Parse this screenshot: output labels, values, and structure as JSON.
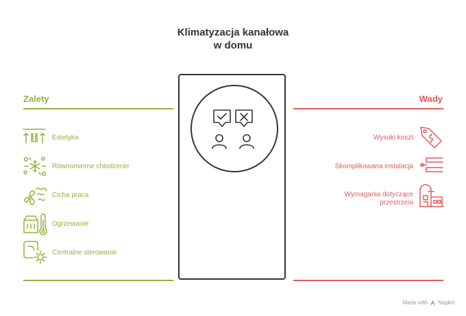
{
  "title_line1": "Klimatyzacja kanałowa",
  "title_line2": "w domu",
  "pros": {
    "heading": "Zalety",
    "color": "#8db43a",
    "items": [
      {
        "label": "Estetyka",
        "icon": "vent-arrows-icon"
      },
      {
        "label": "Równomierne chłodzenie",
        "icon": "snowflake-splash-icon"
      },
      {
        "label": "Cicha praca",
        "icon": "fan-wind-icon"
      },
      {
        "label": "Ogrzewanie",
        "icon": "heater-thermometer-icon"
      },
      {
        "label": "Centralne sterowanie",
        "icon": "control-gear-icon"
      }
    ]
  },
  "cons": {
    "heading": "Wady",
    "color": "#e05a5a",
    "items": [
      {
        "label": "Wysoki koszt",
        "icon": "price-tag-icon"
      },
      {
        "label": "Skomplikowana instalacja",
        "icon": "pipe-network-icon"
      },
      {
        "label": "Wymagania dotyczące przestrzeni",
        "icon": "building-space-icon"
      }
    ]
  },
  "center_icon": "pros-cons-people-icon",
  "footer": {
    "prefix": "Made with",
    "brand": "Napkin"
  }
}
